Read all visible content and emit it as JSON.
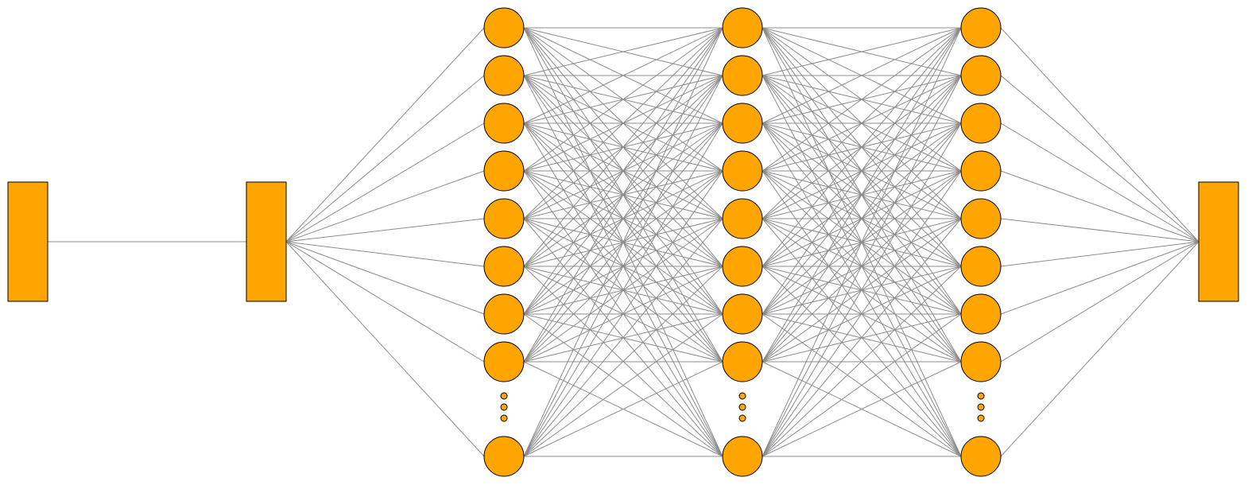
{
  "colors": {
    "node_fill": "#ffa500",
    "node_stroke": "#000000",
    "edge": "#8c8c8c",
    "background": "#ffffff"
  },
  "network": {
    "input_block": {
      "shape": "rectangle"
    },
    "pre_block": {
      "shape": "rectangle"
    },
    "hidden_layers": [
      {
        "visible_nodes": 9,
        "ellipsis_before_last": true,
        "ellipsis_dots": 3
      },
      {
        "visible_nodes": 9,
        "ellipsis_before_last": true,
        "ellipsis_dots": 3
      },
      {
        "visible_nodes": 9,
        "ellipsis_before_last": true,
        "ellipsis_dots": 3
      }
    ],
    "output_block": {
      "shape": "rectangle"
    },
    "connectivity": "fully-connected"
  }
}
